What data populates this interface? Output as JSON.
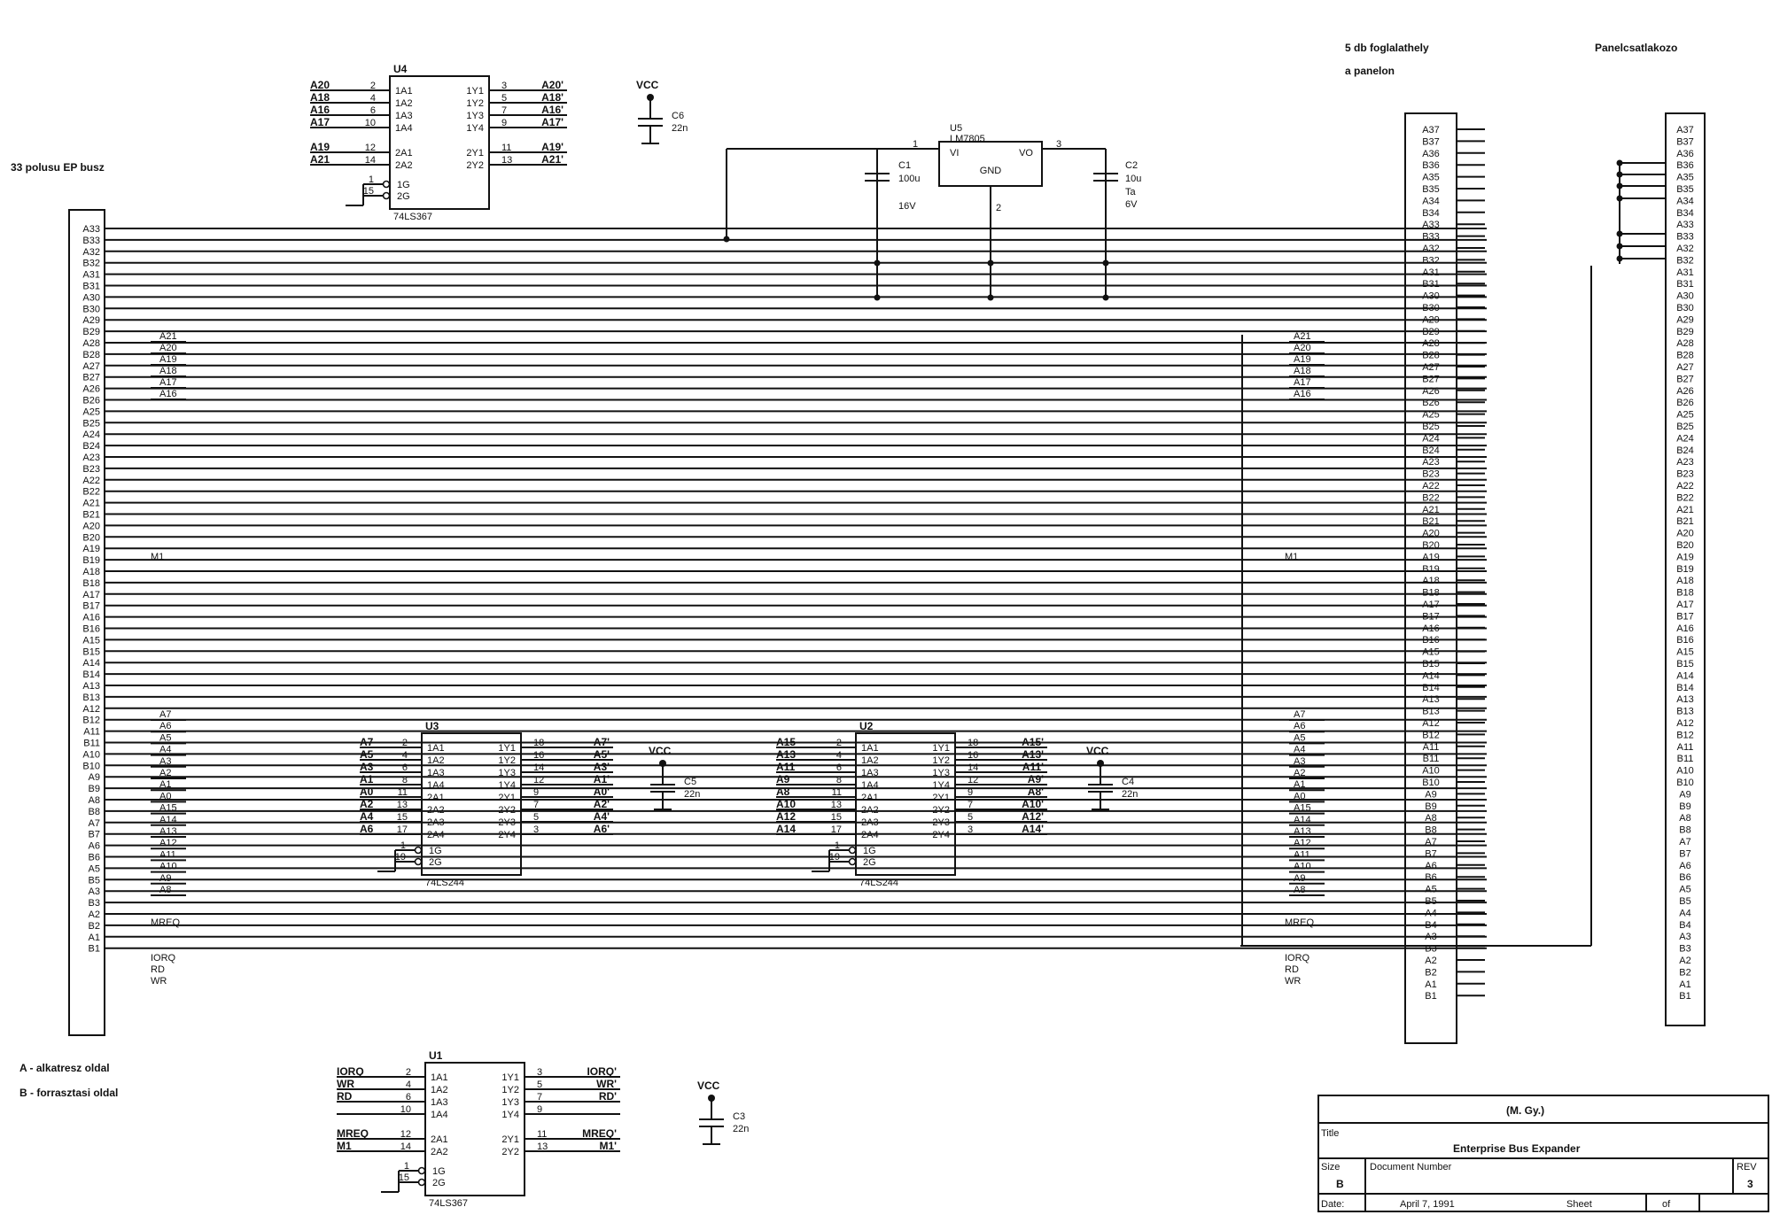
{
  "notes": {
    "ep_bus": "33 polusu EP busz",
    "slots_line1": "5 db foglalathely",
    "slots_line2": "a panelon",
    "panel_connector": "Panelcsatlakozo",
    "side_a": "A - alkatresz oldal",
    "side_b": "B - forrasztasi oldal"
  },
  "ep_connector": {
    "pins": [
      "A33",
      "B33",
      "A32",
      "B32",
      "A31",
      "B31",
      "A30",
      "B30",
      "A29",
      "B29",
      "A28",
      "B28",
      "A27",
      "B27",
      "A26",
      "B26",
      "A25",
      "B25",
      "A24",
      "B24",
      "A23",
      "B23",
      "A22",
      "B22",
      "A21",
      "B21",
      "A20",
      "B20",
      "A19",
      "B19",
      "A18",
      "B18",
      "A17",
      "B17",
      "A16",
      "B16",
      "A15",
      "B15",
      "A14",
      "B14",
      "A13",
      "B13",
      "A12",
      "B12",
      "A11",
      "B11",
      "A10",
      "B10",
      "A9",
      "B9",
      "A8",
      "B8",
      "A7",
      "B7",
      "A6",
      "B6",
      "A5",
      "B5",
      "A3",
      "B3",
      "A2",
      "B2",
      "A1",
      "B1"
    ]
  },
  "slot_connector": {
    "pins": [
      "A37",
      "B37",
      "A36",
      "B36",
      "A35",
      "B35",
      "A34",
      "B34",
      "A33",
      "B33",
      "A32",
      "B32",
      "A31",
      "B31",
      "A30",
      "B30",
      "A29",
      "B29",
      "A28",
      "B28",
      "A27",
      "B27",
      "A26",
      "B26",
      "A25",
      "B25",
      "A24",
      "B24",
      "A23",
      "B23",
      "A22",
      "B22",
      "A21",
      "B21",
      "A20",
      "B20",
      "A19",
      "B19",
      "A18",
      "B18",
      "A17",
      "B17",
      "A16",
      "B16",
      "A15",
      "B15",
      "A14",
      "B14",
      "A13",
      "B13",
      "A12",
      "B12",
      "A11",
      "B11",
      "A10",
      "B10",
      "A9",
      "B9",
      "A8",
      "B8",
      "A7",
      "B7",
      "A6",
      "B6",
      "A5",
      "B5",
      "A4",
      "B4",
      "A3",
      "B3",
      "A2",
      "B2",
      "A1",
      "B1"
    ]
  },
  "panel_connector": {
    "pins": [
      "A37",
      "B37",
      "A36",
      "B36",
      "A35",
      "B35",
      "A34",
      "B34",
      "A33",
      "B33",
      "A32",
      "B32",
      "A31",
      "B31",
      "A30",
      "B30",
      "A29",
      "B29",
      "A28",
      "B28",
      "A27",
      "B27",
      "A26",
      "B26",
      "A25",
      "B25",
      "A24",
      "B24",
      "A23",
      "B23",
      "A22",
      "B22",
      "A21",
      "B21",
      "A20",
      "B20",
      "A19",
      "B19",
      "A18",
      "B18",
      "A17",
      "B17",
      "A16",
      "B16",
      "A15",
      "B15",
      "A14",
      "B14",
      "A13",
      "B13",
      "A12",
      "B12",
      "A11",
      "B11",
      "A10",
      "B10",
      "A9",
      "B9",
      "A8",
      "B8",
      "A7",
      "B7",
      "A6",
      "B6",
      "A5",
      "B5",
      "A4",
      "B4",
      "A3",
      "B3",
      "A2",
      "B2",
      "A1",
      "B1"
    ]
  },
  "bus_taps": {
    "high_addr": [
      "A21",
      "A20",
      "A19",
      "A18",
      "A17",
      "A16"
    ],
    "m1": "M1",
    "low_addr": [
      "A7",
      "A6",
      "A5",
      "A4",
      "A3",
      "A2",
      "A1",
      "A0",
      "A15",
      "A14",
      "A13",
      "A12",
      "A11",
      "A10",
      "A9",
      "A8"
    ],
    "mreq": "MREQ",
    "ctrl": [
      "IORQ",
      "RD",
      "WR"
    ]
  },
  "chips": {
    "u4": {
      "ref": "U4",
      "part": "74LS367",
      "left_pins": [
        "1A1",
        "1A2",
        "1A3",
        "1A4",
        "2A1",
        "2A2"
      ],
      "right_pins": [
        "1Y1",
        "1Y2",
        "1Y3",
        "1Y4",
        "2Y1",
        "2Y2"
      ],
      "gates": [
        "1G",
        "2G"
      ],
      "in_nums": [
        "2",
        "4",
        "6",
        "10",
        "12",
        "14"
      ],
      "out_nums": [
        "3",
        "5",
        "7",
        "9",
        "11",
        "13"
      ],
      "gate_nums": [
        "1",
        "15"
      ],
      "in_nets": [
        "A20",
        "A18",
        "A16",
        "A17",
        "A19",
        "A21"
      ],
      "out_nets": [
        "A20'",
        "A18'",
        "A16'",
        "A17'",
        "A19'",
        "A21'"
      ]
    },
    "u3": {
      "ref": "U3",
      "part": "74LS244",
      "left_pins": [
        "1A1",
        "1A2",
        "1A3",
        "1A4",
        "2A1",
        "2A2",
        "2A3",
        "2A4"
      ],
      "right_pins": [
        "1Y1",
        "1Y2",
        "1Y3",
        "1Y4",
        "2Y1",
        "2Y2",
        "2Y3",
        "2Y4"
      ],
      "gates": [
        "1G",
        "2G"
      ],
      "in_nums": [
        "2",
        "4",
        "6",
        "8",
        "11",
        "13",
        "15",
        "17"
      ],
      "out_nums": [
        "18",
        "16",
        "14",
        "12",
        "9",
        "7",
        "5",
        "3"
      ],
      "gate_nums": [
        "1",
        "19"
      ],
      "in_nets": [
        "A7",
        "A5",
        "A3",
        "A1",
        "A0",
        "A2",
        "A4",
        "A6"
      ],
      "out_nets": [
        "A7'",
        "A5'",
        "A3'",
        "A1'",
        "A0'",
        "A2'",
        "A4'",
        "A6'"
      ]
    },
    "u2": {
      "ref": "U2",
      "part": "74LS244",
      "left_pins": [
        "1A1",
        "1A2",
        "1A3",
        "1A4",
        "2A1",
        "2A2",
        "2A3",
        "2A4"
      ],
      "right_pins": [
        "1Y1",
        "1Y2",
        "1Y3",
        "1Y4",
        "2Y1",
        "2Y2",
        "2Y3",
        "2Y4"
      ],
      "gates": [
        "1G",
        "2G"
      ],
      "in_nums": [
        "2",
        "4",
        "6",
        "8",
        "11",
        "13",
        "15",
        "17"
      ],
      "out_nums": [
        "18",
        "16",
        "14",
        "12",
        "9",
        "7",
        "5",
        "3"
      ],
      "gate_nums": [
        "1",
        "19"
      ],
      "in_nets": [
        "A15",
        "A13",
        "A11",
        "A9",
        "A8",
        "A10",
        "A12",
        "A14"
      ],
      "out_nets": [
        "A15'",
        "A13'",
        "A11'",
        "A9'",
        "A8'",
        "A10'",
        "A12'",
        "A14'"
      ]
    },
    "u1": {
      "ref": "U1",
      "part": "74LS367",
      "left_pins": [
        "1A1",
        "1A2",
        "1A3",
        "1A4",
        "2A1",
        "2A2"
      ],
      "right_pins": [
        "1Y1",
        "1Y2",
        "1Y3",
        "1Y4",
        "2Y1",
        "2Y2"
      ],
      "gates": [
        "1G",
        "2G"
      ],
      "in_nums": [
        "2",
        "4",
        "6",
        "10",
        "12",
        "14"
      ],
      "out_nums": [
        "3",
        "5",
        "7",
        "9",
        "11",
        "13"
      ],
      "gate_nums": [
        "1",
        "15"
      ],
      "in_nets": [
        "IORQ",
        "WR",
        "RD",
        "",
        "MREQ",
        "M1"
      ],
      "out_nets": [
        "IORQ'",
        "WR'",
        "RD'",
        "",
        "MREQ'",
        "M1'"
      ]
    }
  },
  "regulator": {
    "ref": "U5",
    "part": "LM7805",
    "vi": "VI",
    "vo": "VO",
    "gnd": "GND",
    "pin_in": "1",
    "pin_out": "3",
    "pin_gnd": "2"
  },
  "caps": {
    "c1": {
      "ref": "C1",
      "value": "100u",
      "extra": "16V"
    },
    "c2": {
      "ref": "C2",
      "value": "10u",
      "extra": "Ta",
      "extra2": "6V"
    },
    "c6": {
      "ref": "C6",
      "value": "22n"
    },
    "c5": {
      "ref": "C5",
      "value": "22n"
    },
    "c4": {
      "ref": "C4",
      "value": "22n"
    },
    "c3": {
      "ref": "C3",
      "value": "22n"
    }
  },
  "vcc": "VCC",
  "title_block": {
    "author": "(M. Gy.)",
    "title_label": "Title",
    "title": "Enterprise Bus Expander",
    "size_label": "Size",
    "size": "B",
    "docnum_label": "Document Number",
    "rev_label": "REV",
    "rev": "3",
    "date_label": "Date:",
    "date": "April 7, 1991",
    "sheet": "Sheet",
    "of": "of"
  }
}
